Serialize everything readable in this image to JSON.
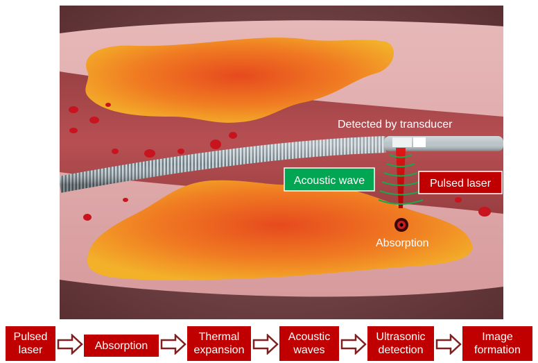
{
  "illustration": {
    "labels": {
      "transducer": "Detected by transducer",
      "acoustic_wave": "Acoustic wave",
      "pulsed_laser": "Pulsed laser",
      "absorption": "Absorption"
    }
  },
  "flowchart": {
    "steps": [
      {
        "line1": "Pulsed",
        "line2": "laser"
      },
      {
        "line1": "Absorption",
        "line2": ""
      },
      {
        "line1": "Thermal",
        "line2": "expansion"
      },
      {
        "line1": "Acoustic",
        "line2": "waves"
      },
      {
        "line1": "Ultrasonic",
        "line2": "detection"
      },
      {
        "line1": "Image",
        "line2": "formation"
      }
    ]
  },
  "colors": {
    "box_red": "#c00000",
    "label_green": "#00a651",
    "arrow_outline": "#7f1f1f"
  }
}
